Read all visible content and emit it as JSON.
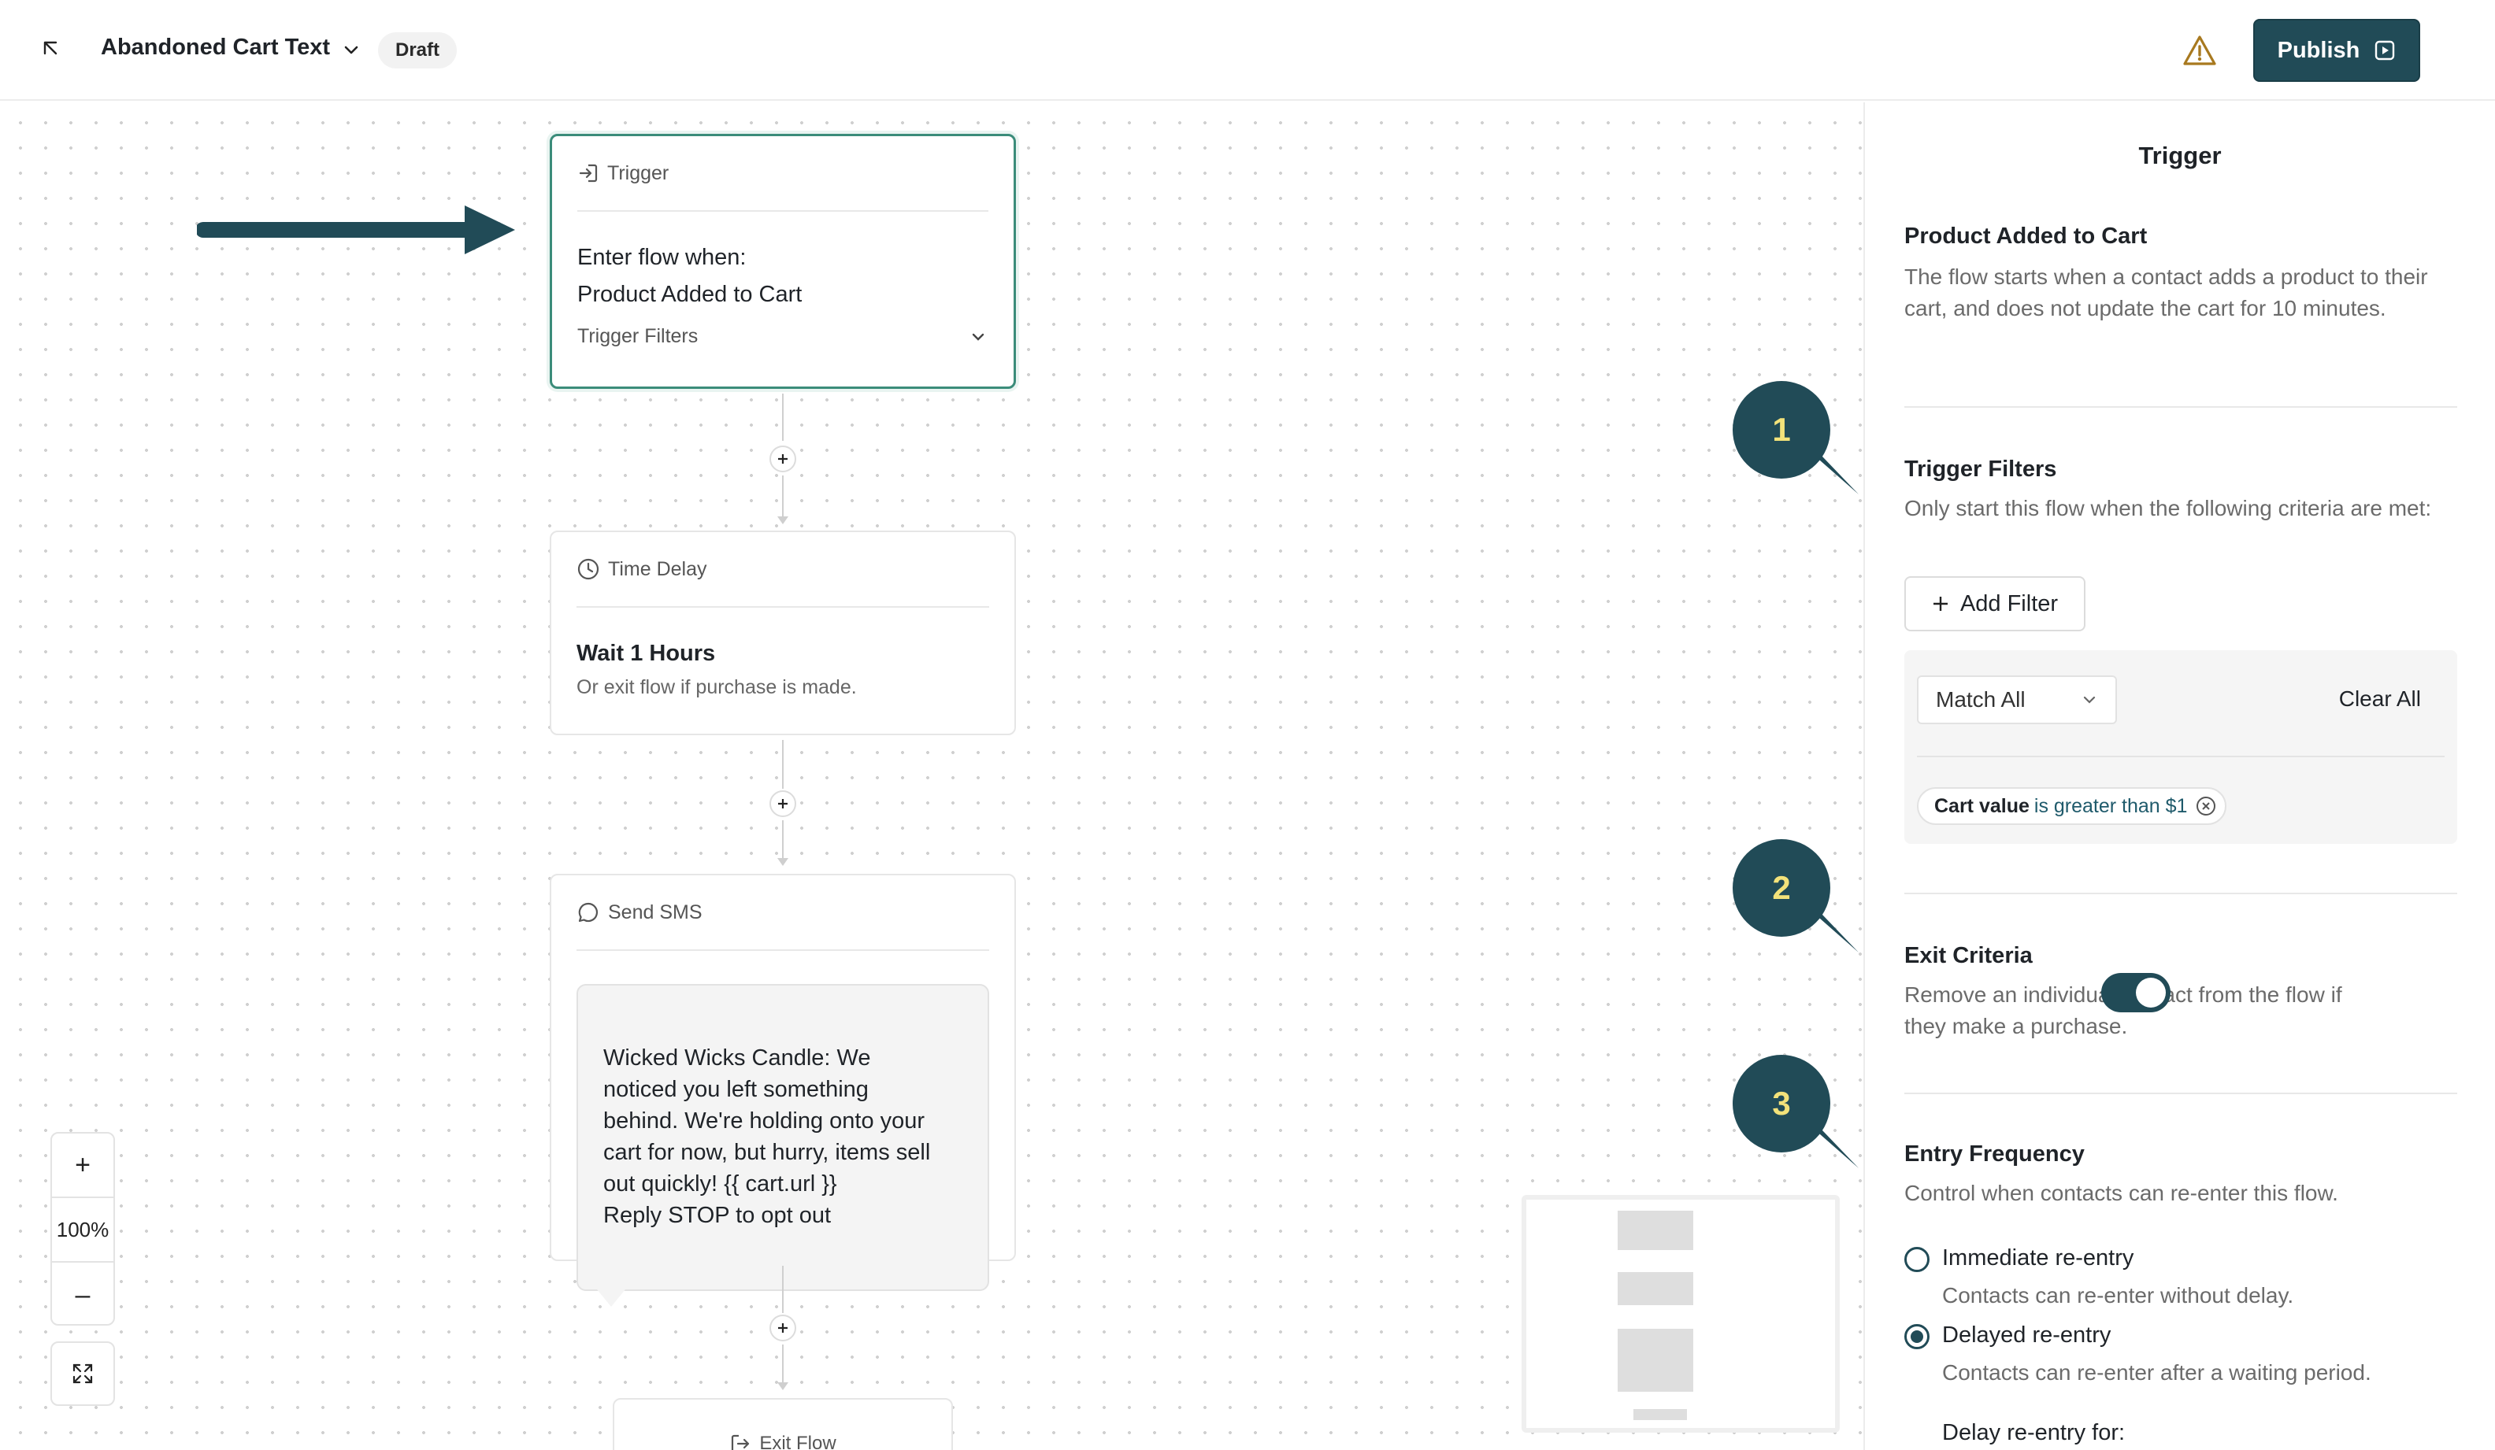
{
  "header": {
    "title": "Abandoned Cart Text",
    "status_badge": "Draft",
    "publish_label": "Publish"
  },
  "canvas": {
    "trigger_node": {
      "heading": "Trigger",
      "line1": "Enter flow when:",
      "line2": "Product Added to Cart",
      "filters_label": "Trigger Filters"
    },
    "delay_node": {
      "heading": "Time Delay",
      "wait_text": "Wait 1 Hours",
      "sub_text": "Or exit flow if purchase is made."
    },
    "sms_node": {
      "heading": "Send SMS",
      "message": "Wicked Wicks Candle: We\nnoticed you left something\nbehind. We're holding onto your\ncart for now, but hurry, items sell\nout quickly! {{ cart.url }}\nReply STOP to opt out"
    },
    "exit_node": {
      "heading": "Exit Flow"
    },
    "zoom": {
      "in_label": "+",
      "level": "100%",
      "out_label": "–"
    },
    "callouts": [
      "1",
      "2",
      "3"
    ]
  },
  "panel": {
    "title": "Trigger",
    "trigger": {
      "title": "Product Added to Cart",
      "desc": "The flow starts when a contact adds a product to their cart, and does not update the cart for 10 minutes."
    },
    "filters": {
      "title": "Trigger Filters",
      "desc": "Only start this flow when the following criteria are met:",
      "add_label": "Add Filter",
      "match_value": "Match All",
      "clear_label": "Clear All",
      "chip_key": "Cart value",
      "chip_value": "is greater than $1"
    },
    "exit": {
      "title": "Exit Criteria",
      "desc": "Remove an individual contact from the flow if they make a purchase.",
      "enabled": true
    },
    "frequency": {
      "title": "Entry Frequency",
      "desc": "Control when contacts can re-enter this flow.",
      "options": [
        {
          "label": "Immediate re-entry",
          "desc": "Contacts can re-enter without delay.",
          "selected": false
        },
        {
          "label": "Delayed re-entry",
          "desc": "Contacts can re-enter after a waiting period.",
          "selected": true
        }
      ],
      "delay_label": "Delay re-entry for:"
    }
  },
  "colors": {
    "brand": "#214b57",
    "callout_text": "#f3e27a",
    "warning": "#a8791f",
    "selected_border": "#3b8c7a"
  },
  "icons": [
    "back-arrow-icon",
    "chevron-down-icon",
    "warning-icon",
    "preview-icon",
    "enter-icon",
    "clock-icon",
    "chat-icon",
    "exit-icon",
    "plus-icon",
    "fit-screen-icon",
    "close-circle-icon"
  ]
}
